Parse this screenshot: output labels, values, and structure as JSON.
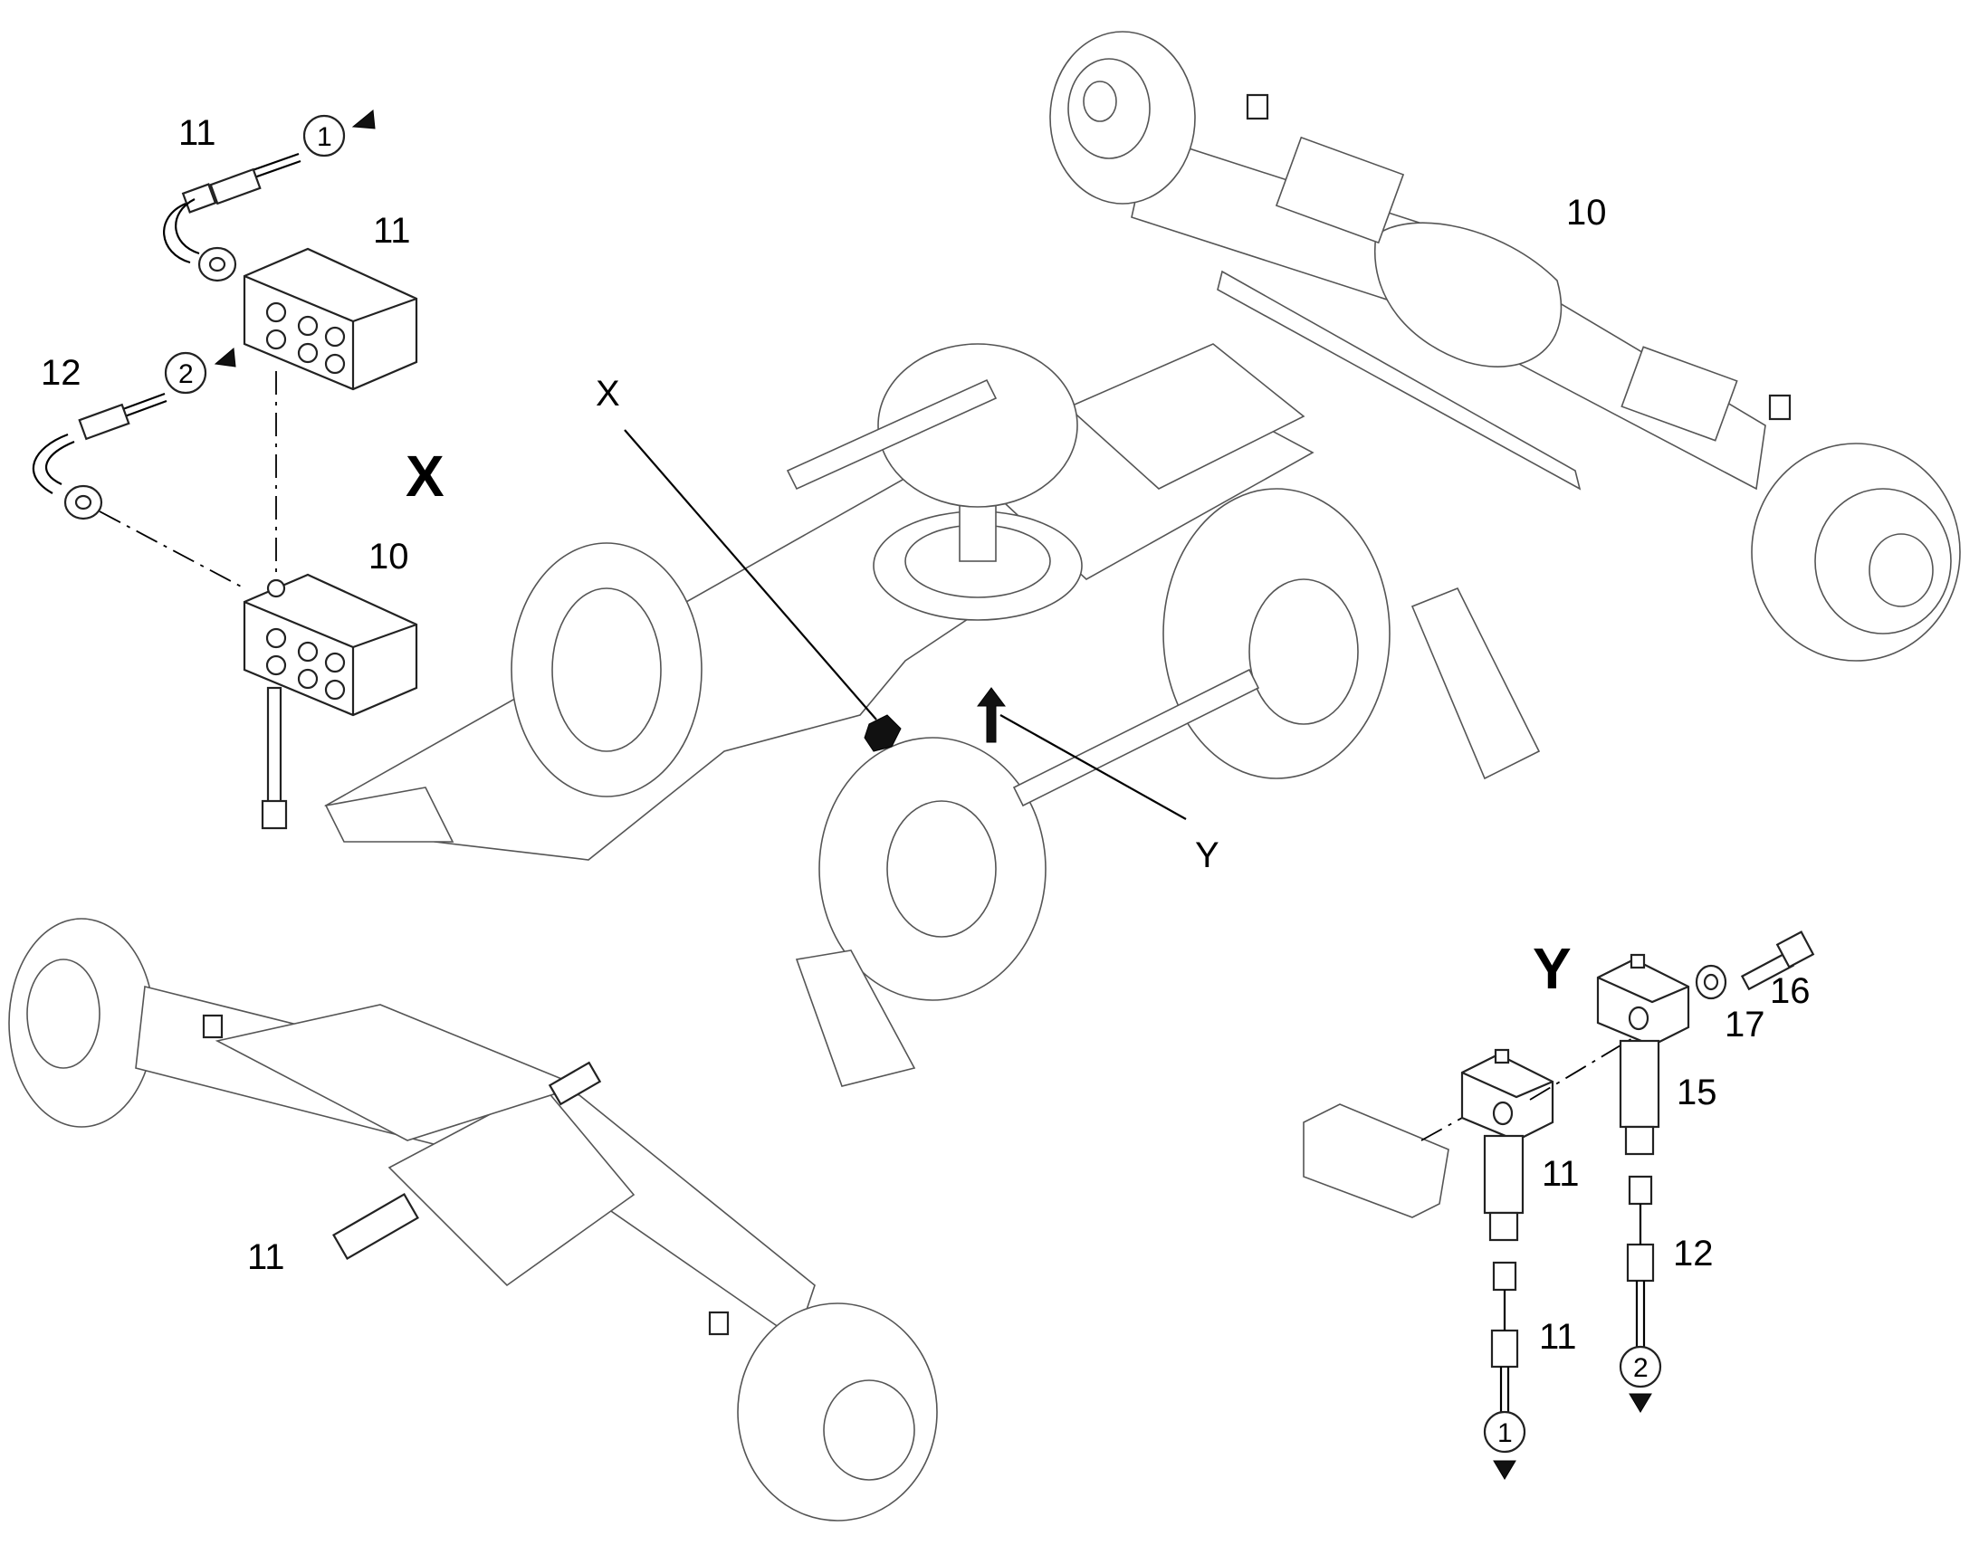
{
  "detail_views": {
    "x_label": "X",
    "y_label": "Y"
  },
  "callouts": {
    "pointer_x": "X",
    "pointer_y": "Y"
  },
  "detail_x": {
    "pipe_top_label": "11",
    "block_top_label": "11",
    "pipe_mid_label": "12",
    "block_bottom_label": "10",
    "circle_1": "1",
    "circle_2": "2"
  },
  "rear_axle": {
    "label": "10"
  },
  "front_axle": {
    "label": "11"
  },
  "detail_y": {
    "fitting_left_label": "11",
    "fitting_right_label": "15",
    "bolt_label": "16",
    "washer_label": "17",
    "pipe_right_label": "12",
    "pipe_left_label": "11",
    "circle_1": "1",
    "circle_2": "2"
  },
  "icons": [
    "flow-arrow-icon",
    "wheel-icon",
    "bolt-icon"
  ]
}
